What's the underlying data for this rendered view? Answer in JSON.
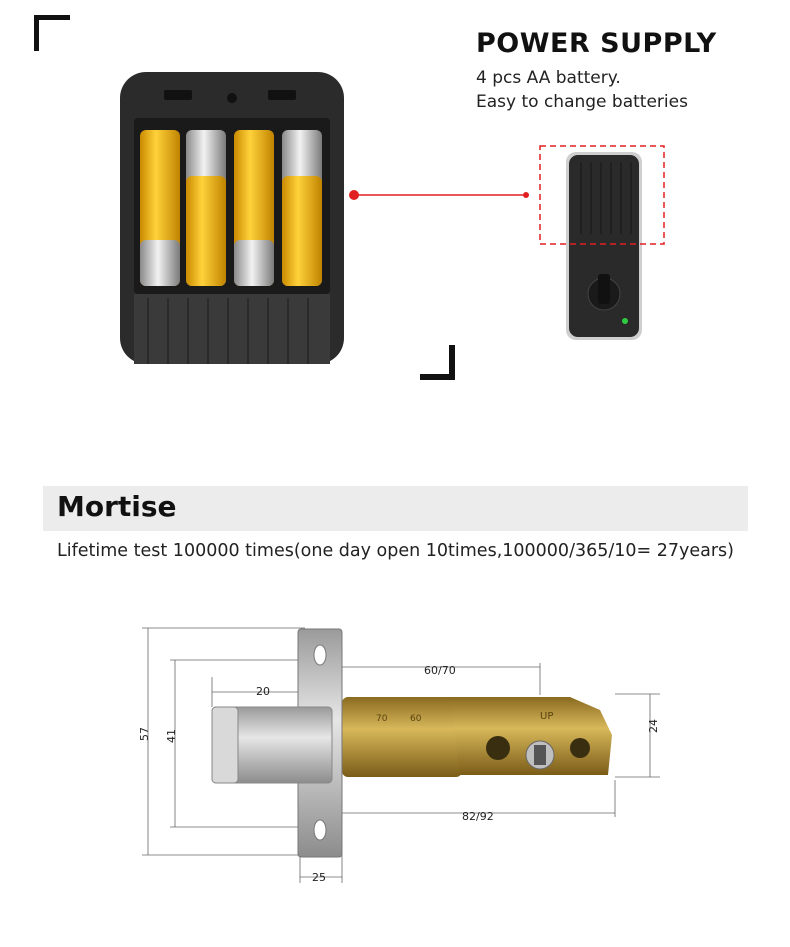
{
  "power": {
    "title": "POWER SUPPLY",
    "line1": "4 pcs AA battery.",
    "line2": "Easy to change batteries"
  },
  "mortise": {
    "title": "Mortise",
    "description": "Lifetime test 100000 times(one day open 10times,100000/365/10= 27years)"
  },
  "dimensions": {
    "d57": "57",
    "d41": "41",
    "d20": "20",
    "d6070": "60/70",
    "d24": "24",
    "d8292": "82/92",
    "d25": "25"
  },
  "plate_marks": {
    "m70": "70",
    "m60": "60",
    "up": "UP"
  },
  "colors": {
    "accent_red": "#e02020",
    "battery_gold": "#f0b400",
    "lock_body": "#2a2a2a"
  }
}
